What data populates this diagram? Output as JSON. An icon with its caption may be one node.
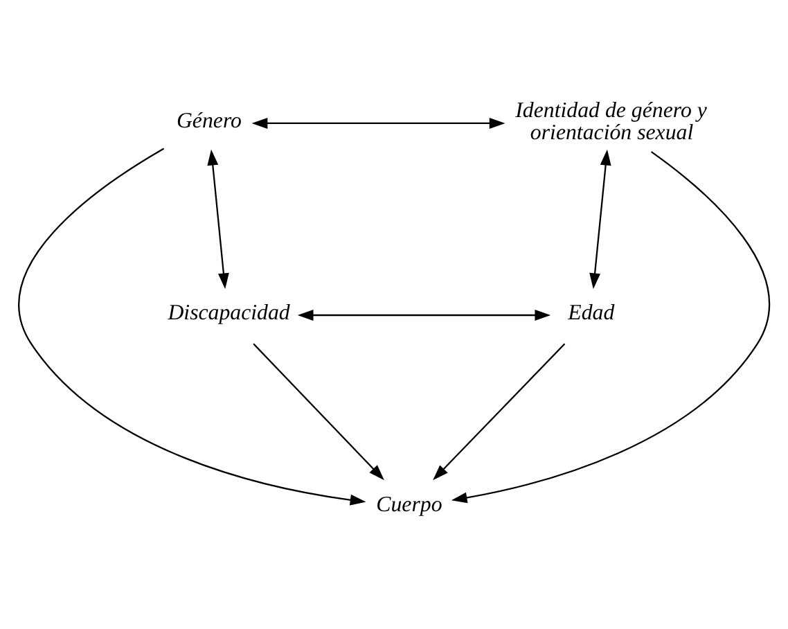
{
  "diagram": {
    "nodes": [
      {
        "text": [
          "Género"
        ]
      },
      {
        "text": [
          "Identidad de género y orientación sexual"
        ]
      },
      {
        "text": [
          "Cuerpo"
        ]
      },
      {
        "text": [
          "Discapacidad"
        ]
      },
      {
        "text": [
          "Edad"
        ]
      }
    ],
    "edges": [
      {
        "from": 0,
        "to": 1,
        "arrow": "both"
      },
      {
        "from": 0,
        "to": 3,
        "arrow": "both"
      },
      {
        "from": 0,
        "to": 2,
        "arrow": "to"
      },
      {
        "from": 1,
        "to": 2,
        "arrow": "to"
      },
      {
        "from": 1,
        "to": 4,
        "arrow": "both"
      },
      {
        "from": 3,
        "to": 2,
        "arrow": "to"
      },
      {
        "from": 4,
        "to": 2,
        "arrow": "to"
      },
      {
        "from": 3,
        "to": 4,
        "arrow": "both"
      }
    ]
  }
}
